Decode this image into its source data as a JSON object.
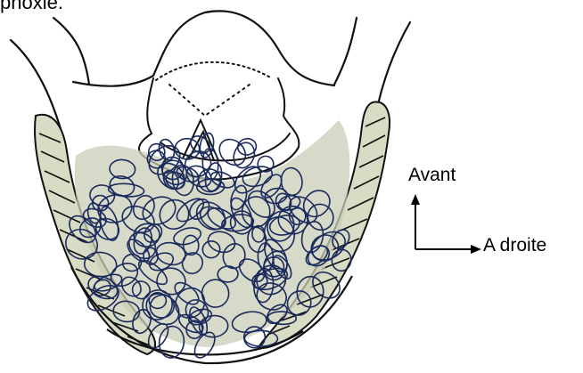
{
  "caption_fragment": "phoxie.",
  "orientation": {
    "up_label": "Avant",
    "right_label": "A droite"
  },
  "colors": {
    "ink": "#111111",
    "lesion_ink": "#1b2a5c",
    "muscle_fill": "#d8dcc4",
    "lesion_fill": "#c9cdb6"
  }
}
